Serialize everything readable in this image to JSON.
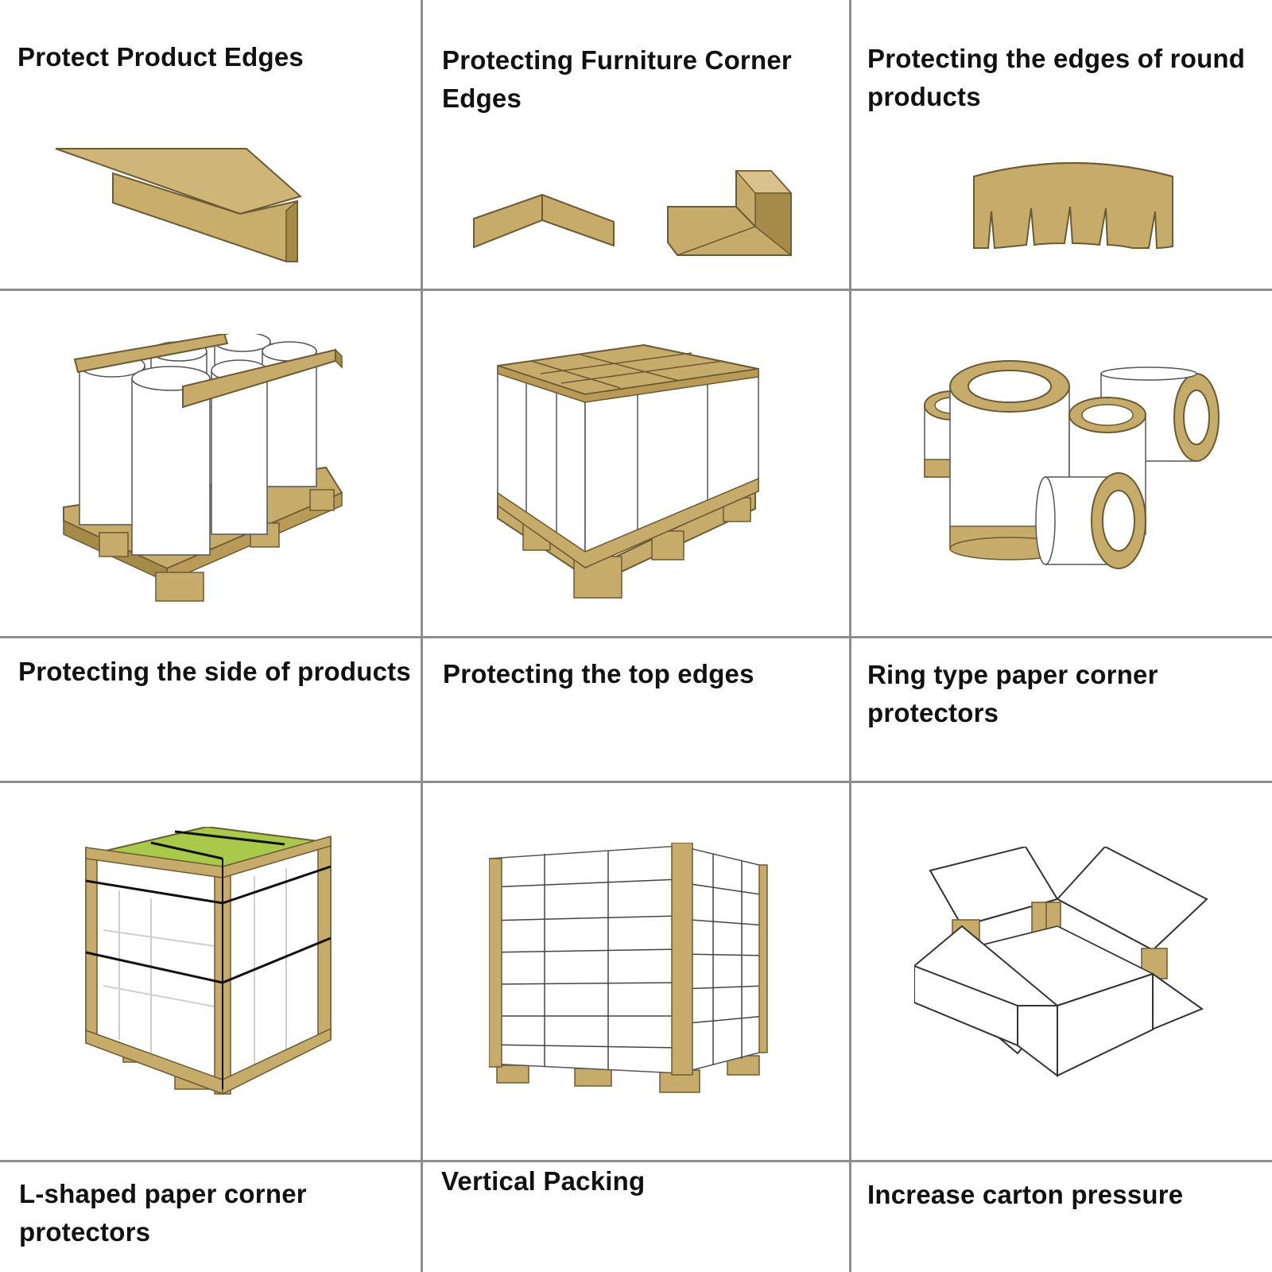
{
  "colors": {
    "kraft": "#c7ab6a",
    "kraft_dark": "#a68a48",
    "kraft_light": "#d9c28c",
    "outline": "#5a4a2a",
    "grid_line": "#8e8e8e",
    "green_top": "#a8c94a",
    "text": "#111111"
  },
  "rows": [
    {
      "kind": "caption-then-image",
      "cells": [
        {
          "caption": "Protect Product Edges",
          "icon": "straight-edge-protector"
        },
        {
          "caption": "Protecting Furniture Corner Edges",
          "icon": "furniture-corner-protectors"
        },
        {
          "caption": "Protecting the edges of round products",
          "icon": "curved-edge-protector"
        }
      ]
    },
    {
      "kind": "image-then-caption",
      "cells": [
        {
          "caption": "Protecting the side of products",
          "icon": "rolls-on-pallet"
        },
        {
          "caption": "Protecting the top edges",
          "icon": "wrapped-pallet-top-edges"
        },
        {
          "caption": "Ring type paper corner protectors",
          "icon": "paper-rolls-with-rings"
        }
      ]
    },
    {
      "kind": "image-then-caption",
      "cells": [
        {
          "caption": "L-shaped paper corner protectors",
          "icon": "strapped-pallet-l-corners"
        },
        {
          "caption": "Vertical Packing",
          "icon": "vertical-packing-pallet"
        },
        {
          "caption": "Increase carton pressure",
          "icon": "open-carton-with-corners"
        }
      ]
    }
  ]
}
